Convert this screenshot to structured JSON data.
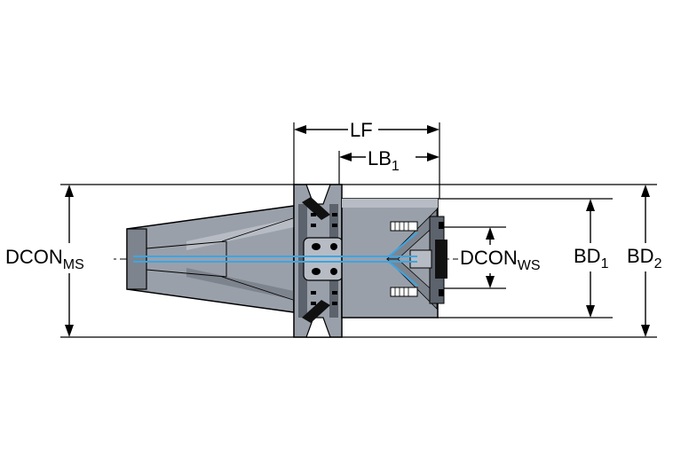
{
  "labels": {
    "dcon_ms": {
      "main": "DCON",
      "sub": "MS"
    },
    "dcon_ws": {
      "main": "DCON",
      "sub": "WS"
    },
    "lf": {
      "main": "LF"
    },
    "lb1": {
      "main": "LB",
      "sub": "1"
    },
    "bd1": {
      "main": "BD",
      "sub": "1"
    },
    "bd2": {
      "main": "BD",
      "sub": "2"
    }
  },
  "colors": {
    "body_gray": "#9aa0aa",
    "body_light": "#b7bcc4",
    "body_dark": "#5d636c",
    "coolant_blue": "#3aa6e6",
    "line": "#000000"
  }
}
